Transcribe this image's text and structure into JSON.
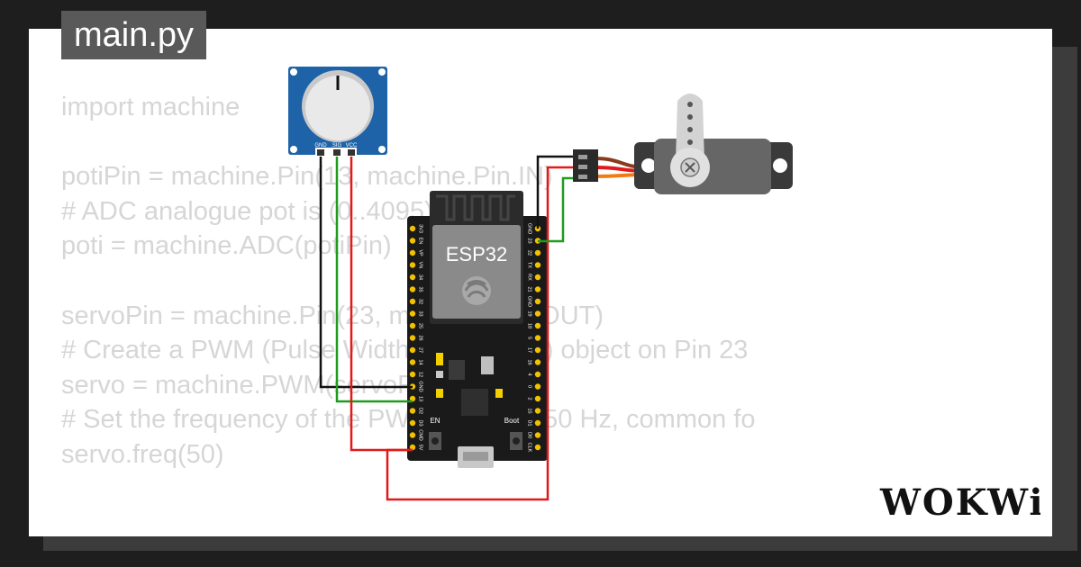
{
  "file_tab": {
    "label": "main.py"
  },
  "code_lines": [
    "import machine",
    "",
    "potiPin = machine.Pin(13, machine.Pin.IN)",
    "# ADC analogue pot is (0..4095)",
    "poti = machine.ADC(potiPin)",
    "",
    "servoPin = machine.Pin(23, machine.Pin.OUT)",
    "# Create a PWM (Pulse Width Modulation) object on Pin 23",
    "servo = machine.PWM(servoPin)",
    "# Set the frequency of the PWM signal to 50 Hz, common fo",
    "servo.freq(50)"
  ],
  "potentiometer": {
    "pins": [
      "GND",
      "SIG",
      "VCC"
    ]
  },
  "esp32": {
    "label": "ESP32",
    "left_pins": [
      "3V3",
      "EN",
      "VP",
      "VN",
      "34",
      "35",
      "32",
      "33",
      "25",
      "26",
      "27",
      "14",
      "12",
      "GND",
      "13",
      "D2",
      "D3",
      "CMD",
      "5V"
    ],
    "right_pins": [
      "GND",
      "23",
      "22",
      "TX",
      "RX",
      "21",
      "GND",
      "19",
      "18",
      "5",
      "17",
      "16",
      "4",
      "0",
      "2",
      "15",
      "D1",
      "D0",
      "CLK"
    ],
    "button_en": "EN",
    "button_boot": "Boot"
  },
  "wire_colors": {
    "black": "#111111",
    "green": "#1f9b1f",
    "red": "#e11919",
    "orange": "#f07b12",
    "brown": "#8b3b1d"
  },
  "logo": {
    "text": "WOKWi"
  }
}
